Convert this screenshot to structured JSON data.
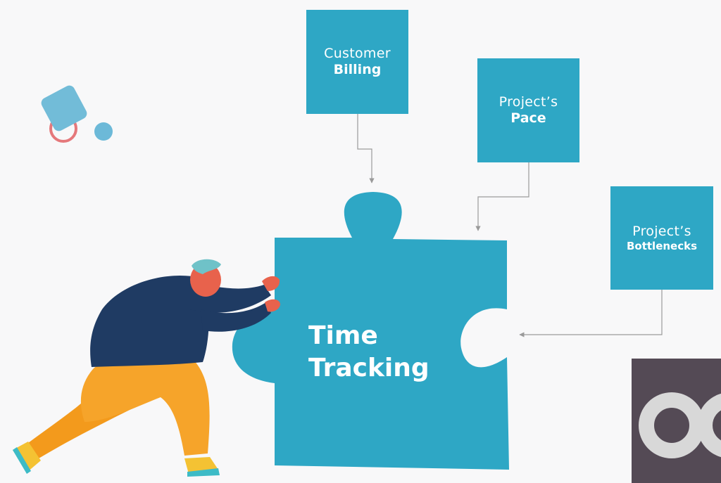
{
  "boxes": {
    "billing": {
      "line1": "Customer",
      "line2": "Billing"
    },
    "pace": {
      "line1": "Project’s",
      "line2": "Pace"
    },
    "bottlenecks": {
      "line1": "Project’s",
      "line2": "Bottlenecks"
    }
  },
  "puzzle": {
    "line1": "Time",
    "line2": "Tracking"
  },
  "colors": {
    "accent": "#2ea7c5",
    "connector": "#9a9a9a",
    "sweater": "#1f3b63",
    "pants": "#f6a42a",
    "skin": "#e8624c",
    "hair": "#6fc2c8"
  }
}
